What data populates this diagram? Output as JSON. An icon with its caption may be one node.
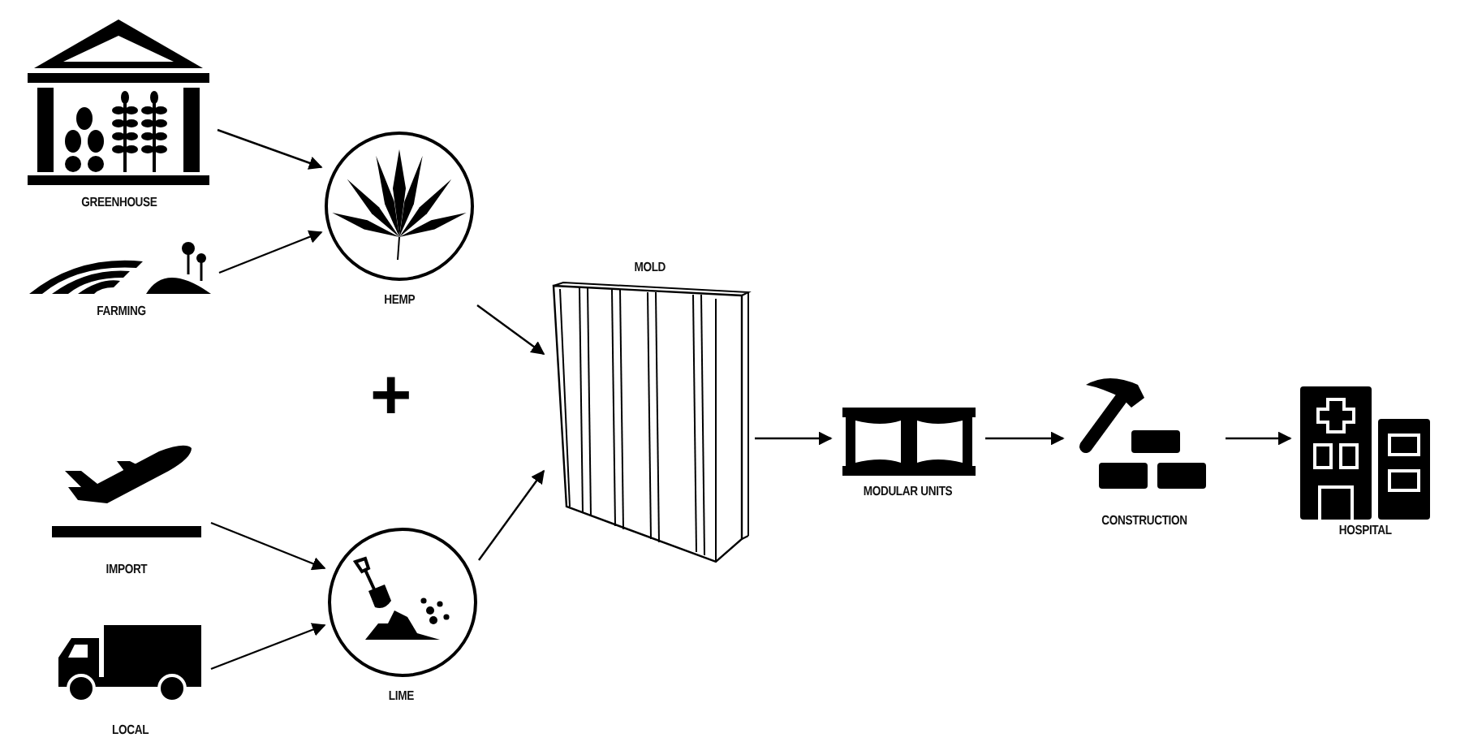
{
  "diagram": {
    "nodes": [
      {
        "text": [
          "GREENHOUSE"
        ]
      },
      {
        "text": [
          "FARMING"
        ]
      },
      {
        "text": [
          "HEMP"
        ]
      },
      {
        "text": [
          "IMPORT"
        ]
      },
      {
        "text": [
          "LOCAL"
        ]
      },
      {
        "text": [
          "LIME"
        ]
      },
      {
        "text": [
          "MOLD"
        ]
      },
      {
        "text": [
          "MODULAR UNITS"
        ]
      },
      {
        "text": [
          "CONSTRUCTION"
        ]
      },
      {
        "text": [
          "HOSPITAL"
        ]
      }
    ],
    "edges": [
      {
        "from": 0,
        "to": 2,
        "arrow": "to"
      },
      {
        "from": 1,
        "to": 2,
        "arrow": "to"
      },
      {
        "from": 3,
        "to": 5,
        "arrow": "to"
      },
      {
        "from": 4,
        "to": 5,
        "arrow": "to"
      },
      {
        "from": 2,
        "to": 6,
        "arrow": "to"
      },
      {
        "from": 5,
        "to": 6,
        "arrow": "to"
      },
      {
        "from": 6,
        "to": 7,
        "arrow": "to"
      },
      {
        "from": 7,
        "to": 8,
        "arrow": "to"
      },
      {
        "from": 8,
        "to": 9,
        "arrow": "to"
      }
    ],
    "labels": [
      "+"
    ]
  }
}
